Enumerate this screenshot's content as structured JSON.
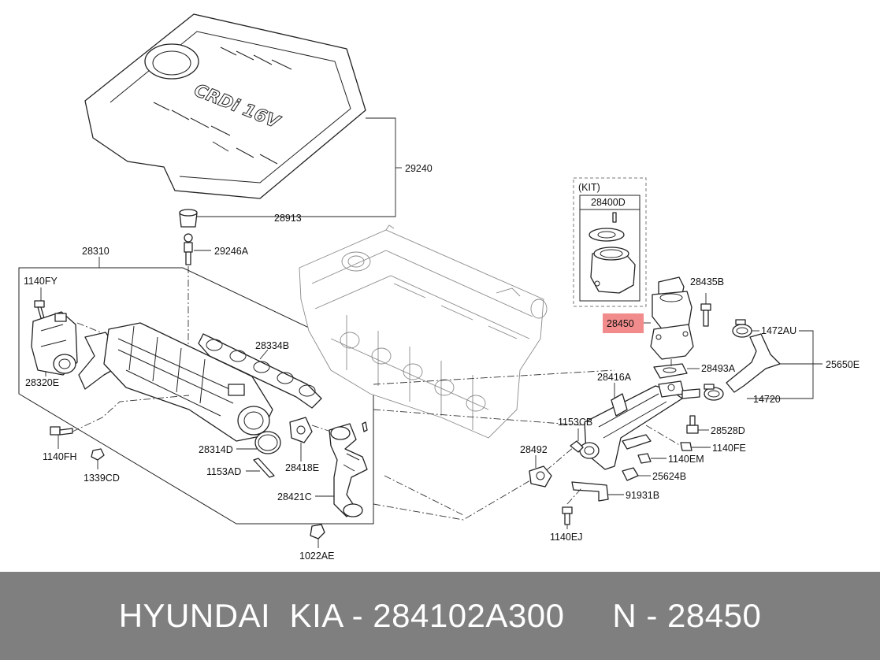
{
  "diagram": {
    "labels": {
      "p29240": "29240",
      "p28913": "28913",
      "p29246A": "29246A",
      "p28310": "28310",
      "p1140FY": "1140FY",
      "p28320E": "28320E",
      "p28334B": "28334B",
      "p28314D": "28314D",
      "p1153AD": "1153AD",
      "p28418E": "28418E",
      "p28421C": "28421C",
      "p1140FH": "1140FH",
      "p1339CD": "1339CD",
      "p1022AE": "1022AE",
      "kit": "(KIT)",
      "p28400D": "28400D",
      "p28435B": "28435B",
      "p28450": "28450",
      "p1472AU": "1472AU",
      "p25650E": "25650E",
      "p28493A": "28493A",
      "p14720": "14720",
      "p28416A": "28416A",
      "p1153CB": "1153CB",
      "p28528D": "28528D",
      "p1140FE": "1140FE",
      "p1140EM": "1140EM",
      "p28492": "28492",
      "p25624B": "25624B",
      "p91931B": "91931B",
      "p1140EJ": "1140EJ"
    },
    "highlight_color": "#f28b8b"
  },
  "footer": {
    "text": "HYUNDAI  KIA - 284102A300     N - 28450",
    "background": "#7f7f7f"
  }
}
